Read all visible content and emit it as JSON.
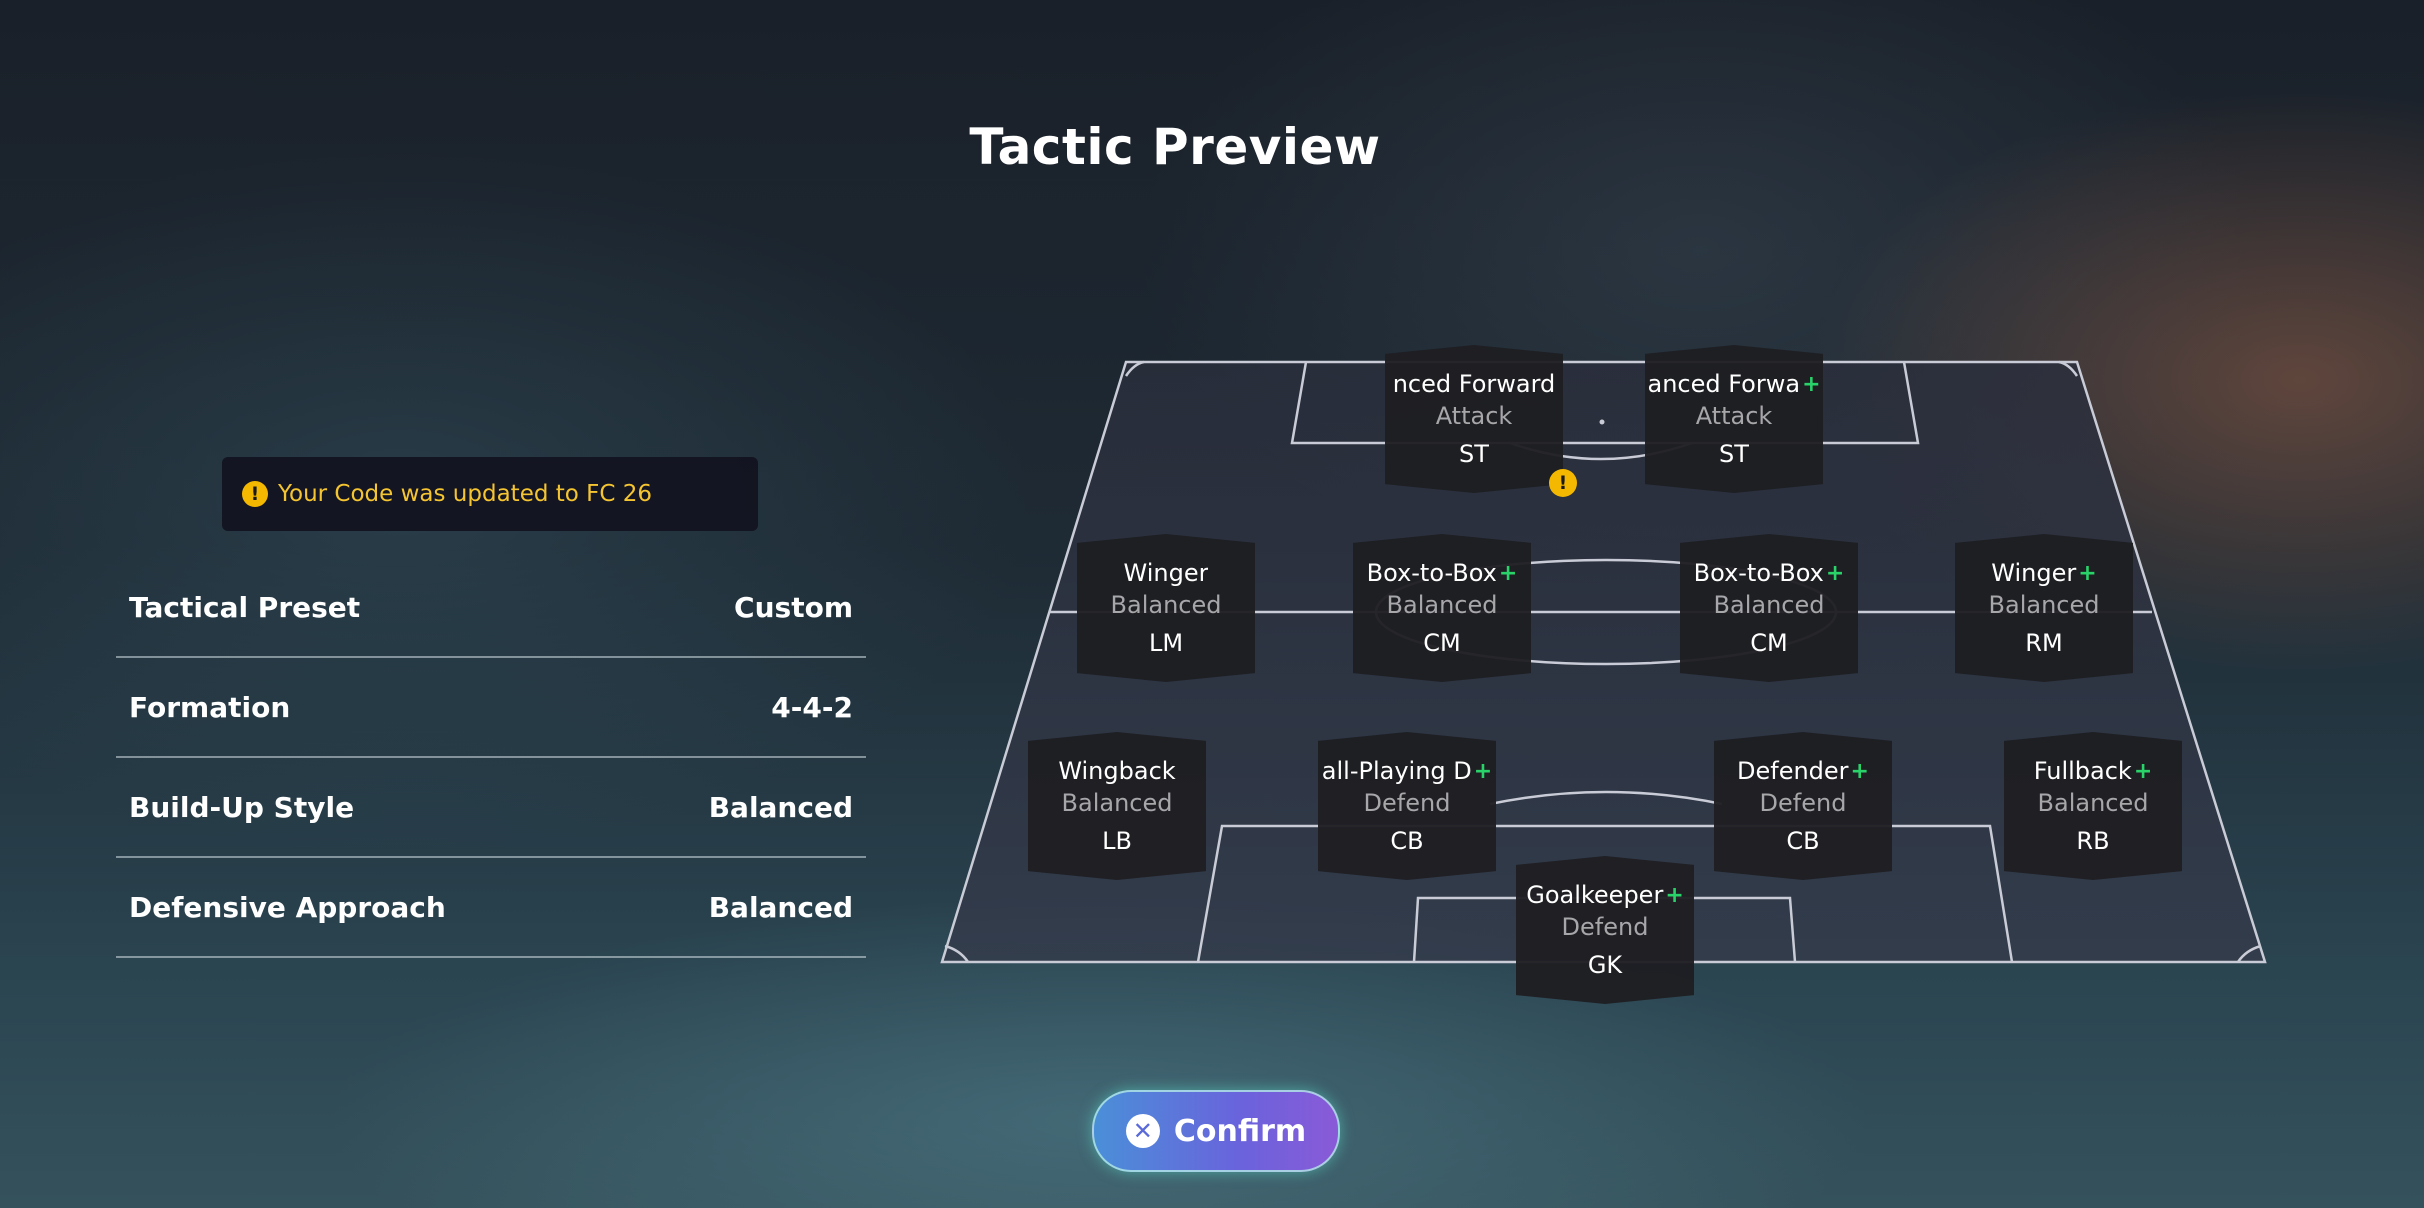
{
  "title": "Tactic Preview",
  "notice": {
    "text": "Your Code was updated to FC 26",
    "icon": "warning-icon"
  },
  "settings": [
    {
      "label": "Tactical Preset",
      "value": "Custom"
    },
    {
      "label": "Formation",
      "value": "4-4-2"
    },
    {
      "label": "Build-Up Style",
      "value": "Balanced"
    },
    {
      "label": "Defensive Approach",
      "value": "Balanced"
    }
  ],
  "players": [
    {
      "role": "nced Forward",
      "focus": "Attack",
      "pos": "ST",
      "plus": false
    },
    {
      "role": "anced Forwa",
      "focus": "Attack",
      "pos": "ST",
      "plus": true
    },
    {
      "role": "Winger",
      "focus": "Balanced",
      "pos": "LM",
      "plus": false
    },
    {
      "role": "Box-to-Box",
      "focus": "Balanced",
      "pos": "CM",
      "plus": true
    },
    {
      "role": "Box-to-Box",
      "focus": "Balanced",
      "pos": "CM",
      "plus": true
    },
    {
      "role": "Winger",
      "focus": "Balanced",
      "pos": "RM",
      "plus": true
    },
    {
      "role": "Wingback",
      "focus": "Balanced",
      "pos": "LB",
      "plus": false
    },
    {
      "role": "all-Playing D",
      "focus": "Defend",
      "pos": "CB",
      "plus": true
    },
    {
      "role": "Defender",
      "focus": "Defend",
      "pos": "CB",
      "plus": true
    },
    {
      "role": "Fullback",
      "focus": "Balanced",
      "pos": "RB",
      "plus": true
    },
    {
      "role": "Goalkeeper",
      "focus": "Defend",
      "pos": "GK",
      "plus": true
    }
  ],
  "plus_symbol": "+",
  "alert_symbol": "!",
  "confirm": {
    "label": "Confirm",
    "icon": "close-circle-icon"
  },
  "colors": {
    "warning": "#f5b800",
    "plus": "#29d36a",
    "button_start": "#4a8fd8",
    "button_end": "#8a5ad8"
  }
}
